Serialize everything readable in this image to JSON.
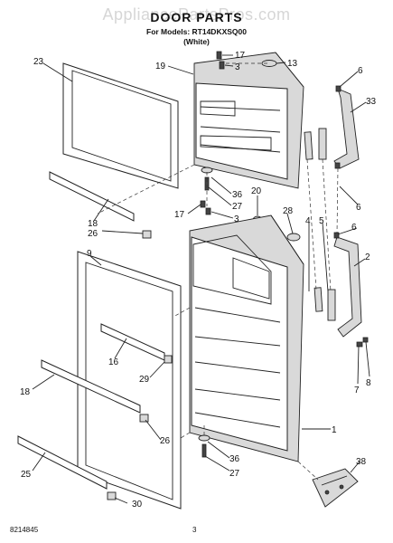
{
  "header": {
    "watermark": "AppliancePartsPros.com",
    "title": "DOOR PARTS",
    "models_line": "For Models: RT14DKXSQ00",
    "color_line": "(White)"
  },
  "footer": {
    "doc_number": "8214845",
    "page_number": "3"
  },
  "callouts": {
    "c23": "23",
    "c19": "19",
    "c17a": "17",
    "c3a": "3",
    "c13": "13",
    "c6a": "6",
    "c33": "33",
    "c6b": "6",
    "c18a": "18",
    "c26a": "26",
    "c36a": "36",
    "c27a": "27",
    "c20": "20",
    "c17b": "17",
    "c3b": "3",
    "c28": "28",
    "c4": "4",
    "c5": "5",
    "c6c": "6",
    "c9": "9",
    "c2": "2",
    "c16": "16",
    "c29": "29",
    "c18b": "18",
    "c26b": "26",
    "c7": "7",
    "c8": "8",
    "c1": "1",
    "c36b": "36",
    "c27b": "27",
    "c38": "38",
    "c25": "25",
    "c30": "30"
  }
}
